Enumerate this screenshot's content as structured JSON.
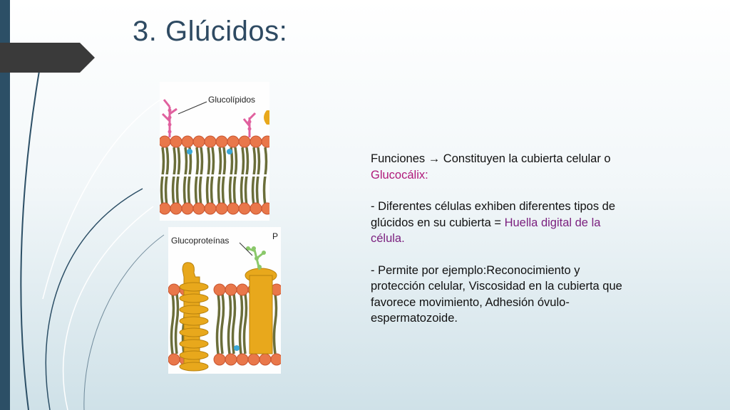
{
  "slide": {
    "title": "3. Glúcidos:"
  },
  "figures": {
    "top_label": "Glucolípidos",
    "bottom_label": "Glucoproteínas",
    "bottom_label_cut": "P"
  },
  "body_text": {
    "p1_prefix": "Funciones ",
    "p1_arrow": "→",
    "p1_mid": " Constituyen la cubierta celular o ",
    "p1_highlight": "Glucocálix:",
    "p2_prefix": "-  Diferentes células exhiben diferentes tipos de glúcidos en su cubierta = ",
    "p2_highlight": "Huella digital de la célula.",
    "p3": "- Permite por ejemplo:Reconocimiento y protección celular, Viscosidad en la cubierta que favorece movimiento, Adhesión óvulo-espermatozoide."
  },
  "colors": {
    "accent_bar": "#2c4f66",
    "title": "#2e4a62",
    "highlight_magenta": "#b0197a",
    "highlight_purple": "#7a1f7e",
    "lipid_head": "#e9774a",
    "lipid_tail": "#6b6e3a",
    "protein": "#e8a81c",
    "glycolipid_sugar": "#e0609e",
    "glycoprotein_sugar": "#8ac86a"
  }
}
